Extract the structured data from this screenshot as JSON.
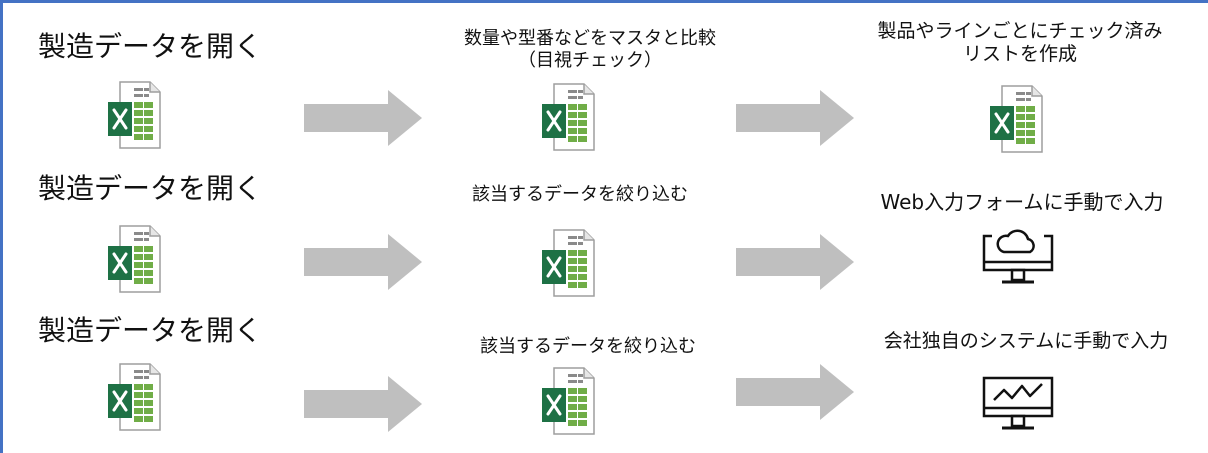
{
  "rows": [
    {
      "step1": "製造データを開く",
      "step2_line1": "数量や型番などをマスタと比較",
      "step2_line2": "（目視チェック）",
      "step3_line1": "製品やラインごとにチェック済み",
      "step3_line2": "リストを作成",
      "step3_icon": "excel-icon"
    },
    {
      "step1": "製造データを開く",
      "step2_line1": "該当するデータを絞り込む",
      "step3_line1": "Web入力フォームに手動で入力",
      "step3_icon": "cloud-monitor-icon"
    },
    {
      "step1": "製造データを開く",
      "step2_line1": "該当するデータを絞り込む",
      "step3_line1": "会社独自のシステムに手動で入力",
      "step3_icon": "chart-monitor-icon"
    }
  ],
  "colors": {
    "border": "#4472c4",
    "arrow": "#bfbfbf",
    "excel_green": "#1e7145",
    "sheet_green": "#70ad47"
  }
}
